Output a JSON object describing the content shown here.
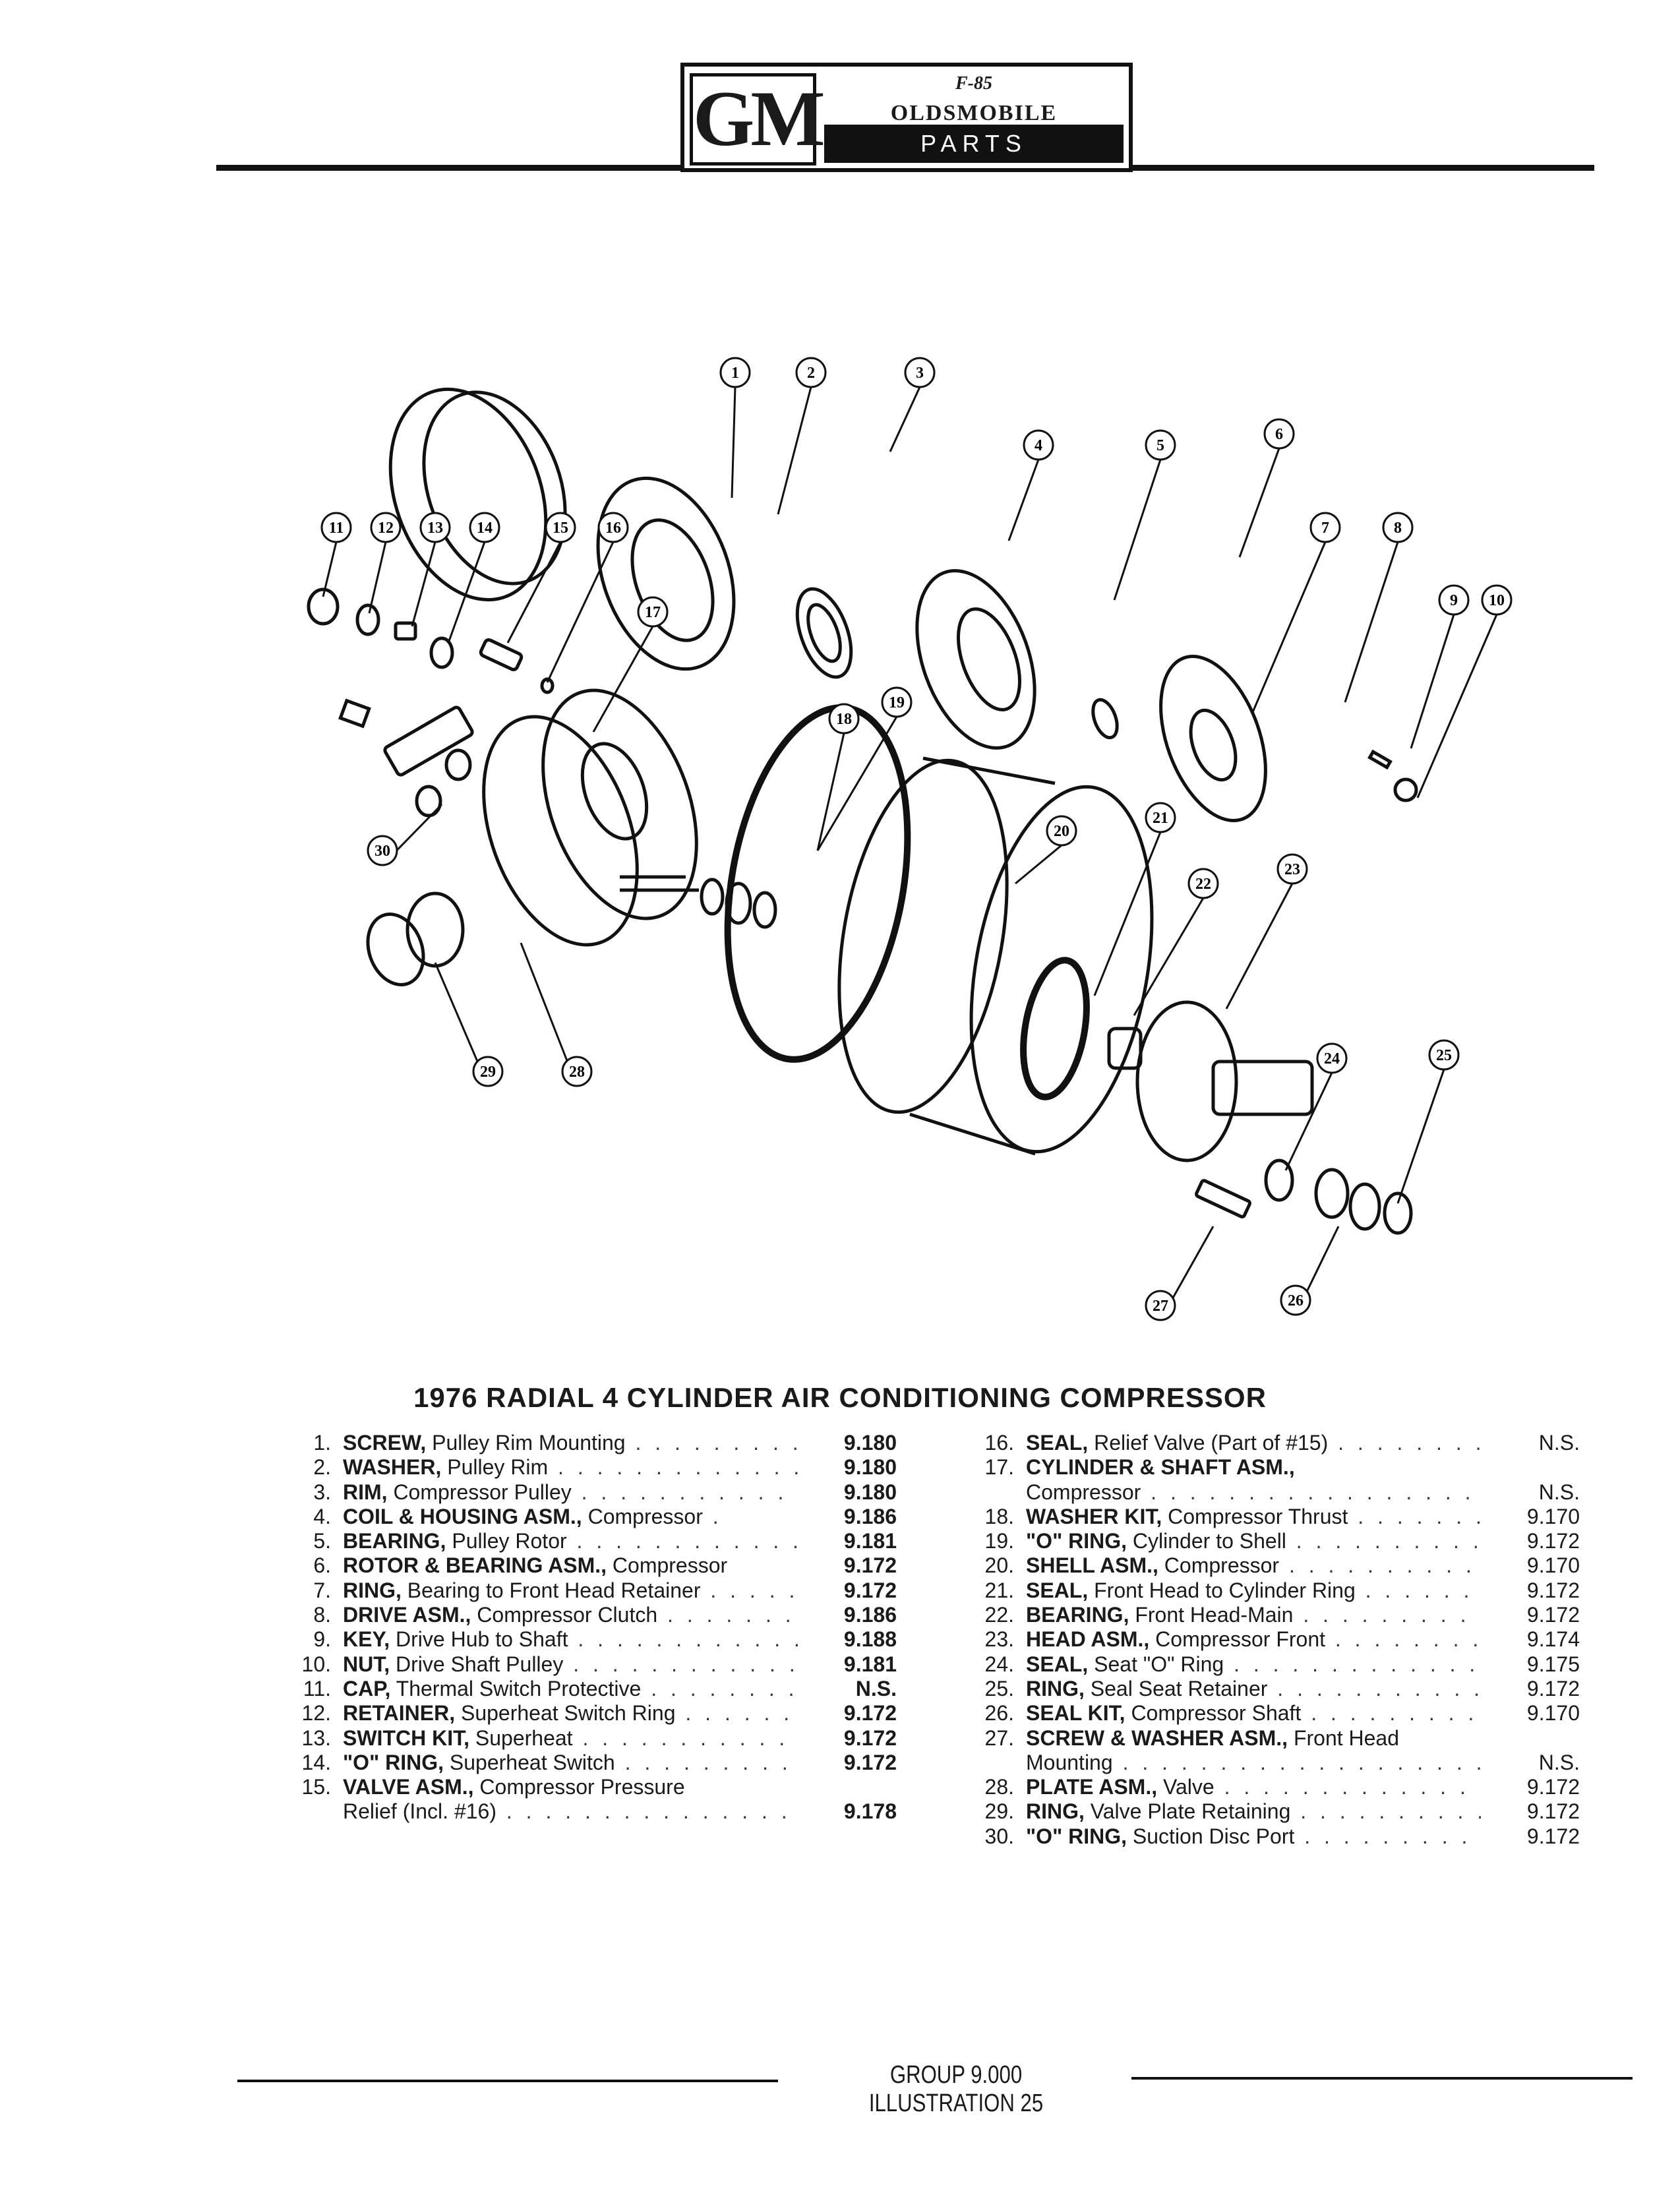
{
  "header": {
    "logo_gm": "GM",
    "logo_mark": "F-85",
    "logo_brand": "OLDSMOBILE",
    "logo_subtitle": "PARTS CATALOGUE"
  },
  "callouts": [
    "1",
    "2",
    "3",
    "4",
    "5",
    "6",
    "7",
    "8",
    "9",
    "10",
    "11",
    "12",
    "13",
    "14",
    "15",
    "16",
    "17",
    "18",
    "19",
    "20",
    "21",
    "22",
    "23",
    "24",
    "25",
    "26",
    "27",
    "28",
    "29",
    "30"
  ],
  "title": "1976 RADIAL 4 CYLINDER AIR CONDITIONING COMPRESSOR",
  "parts_left": [
    {
      "num": "1.",
      "name": "SCREW,",
      "desc": " Pulley Rim Mounting",
      "ref": "9.180"
    },
    {
      "num": "2.",
      "name": "WASHER,",
      "desc": " Pulley Rim",
      "ref": "9.180"
    },
    {
      "num": "3.",
      "name": "RIM,",
      "desc": " Compressor Pulley",
      "ref": "9.180"
    },
    {
      "num": "4.",
      "name": "COIL & HOUSING ASM.,",
      "desc": " Compressor",
      "ref": "9.186"
    },
    {
      "num": "5.",
      "name": "BEARING,",
      "desc": " Pulley Rotor",
      "ref": "9.181"
    },
    {
      "num": "6.",
      "name": "ROTOR & BEARING ASM.,",
      "desc": " Compressor",
      "ref": "9.172"
    },
    {
      "num": "7.",
      "name": "RING,",
      "desc": " Bearing to Front Head Retainer",
      "ref": "9.172"
    },
    {
      "num": "8.",
      "name": "DRIVE ASM.,",
      "desc": " Compressor Clutch",
      "ref": "9.186"
    },
    {
      "num": "9.",
      "name": "KEY,",
      "desc": " Drive Hub to Shaft",
      "ref": "9.188"
    },
    {
      "num": "10.",
      "name": "NUT,",
      "desc": " Drive Shaft Pulley",
      "ref": "9.181"
    },
    {
      "num": "11.",
      "name": "CAP,",
      "desc": " Thermal Switch Protective",
      "ref": "N.S."
    },
    {
      "num": "12.",
      "name": "RETAINER,",
      "desc": " Superheat Switch Ring",
      "ref": "9.172"
    },
    {
      "num": "13.",
      "name": "SWITCH KIT,",
      "desc": " Superheat",
      "ref": "9.172"
    },
    {
      "num": "14.",
      "name": "\"O\" RING,",
      "desc": " Superheat Switch",
      "ref": "9.172"
    },
    {
      "num": "15.",
      "name": "VALVE ASM.,",
      "desc": " Compressor Pressure",
      "ref": ""
    },
    {
      "num": "",
      "name": "",
      "desc": "Relief (Incl. #16)",
      "ref": "9.178"
    }
  ],
  "parts_right": [
    {
      "num": "16.",
      "name": "SEAL,",
      "desc": " Relief Valve (Part of #15)",
      "ref": "N.S."
    },
    {
      "num": "17.",
      "name": "CYLINDER & SHAFT ASM.,",
      "desc": "",
      "ref": ""
    },
    {
      "num": "",
      "name": "",
      "desc": "Compressor",
      "ref": "N.S."
    },
    {
      "num": "18.",
      "name": "WASHER KIT,",
      "desc": " Compressor Thrust",
      "ref": "9.170"
    },
    {
      "num": "19.",
      "name": "\"O\" RING,",
      "desc": " Cylinder to Shell",
      "ref": "9.172"
    },
    {
      "num": "20.",
      "name": "SHELL ASM.,",
      "desc": " Compressor",
      "ref": "9.170"
    },
    {
      "num": "21.",
      "name": "SEAL,",
      "desc": " Front Head to Cylinder Ring",
      "ref": "9.172"
    },
    {
      "num": "22.",
      "name": "BEARING,",
      "desc": " Front Head-Main",
      "ref": "9.172"
    },
    {
      "num": "23.",
      "name": "HEAD ASM.,",
      "desc": " Compressor Front",
      "ref": "9.174"
    },
    {
      "num": "24.",
      "name": "SEAL,",
      "desc": " Seat \"O\" Ring",
      "ref": "9.175"
    },
    {
      "num": "25.",
      "name": "RING,",
      "desc": " Seal Seat Retainer",
      "ref": "9.172"
    },
    {
      "num": "26.",
      "name": "SEAL KIT,",
      "desc": " Compressor Shaft",
      "ref": "9.170"
    },
    {
      "num": "27.",
      "name": "SCREW & WASHER ASM.,",
      "desc": " Front Head",
      "ref": ""
    },
    {
      "num": "",
      "name": "",
      "desc": "Mounting",
      "ref": "N.S."
    },
    {
      "num": "28.",
      "name": "PLATE ASM.,",
      "desc": " Valve",
      "ref": "9.172"
    },
    {
      "num": "29.",
      "name": "RING,",
      "desc": " Valve Plate Retaining",
      "ref": "9.172"
    },
    {
      "num": "30.",
      "name": "\"O\" RING,",
      "desc": " Suction Disc Port",
      "ref": "9.172"
    }
  ],
  "footer": "GROUP 9.000 ILLUSTRATION 25"
}
